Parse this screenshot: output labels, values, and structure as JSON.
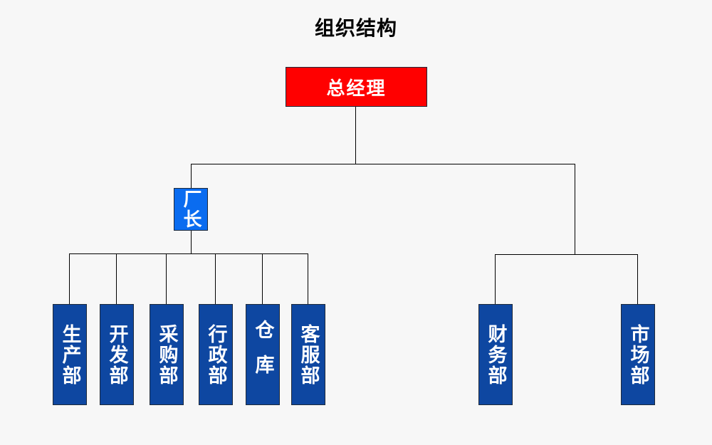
{
  "title": "组织结构",
  "colors": {
    "background": "#f7f7f7",
    "ceo": "#ff0000",
    "factory": "#0a6cf0",
    "department": "#0e47a1",
    "line": "#000000"
  },
  "nodes": {
    "ceo": "总经理",
    "factory_manager": "厂长",
    "production": "生产部",
    "development": "开发部",
    "purchasing": "采购部",
    "administration": "行政部",
    "warehouse": "仓库",
    "customer_service": "客服部",
    "finance": "财务部",
    "marketing": "市场部"
  }
}
